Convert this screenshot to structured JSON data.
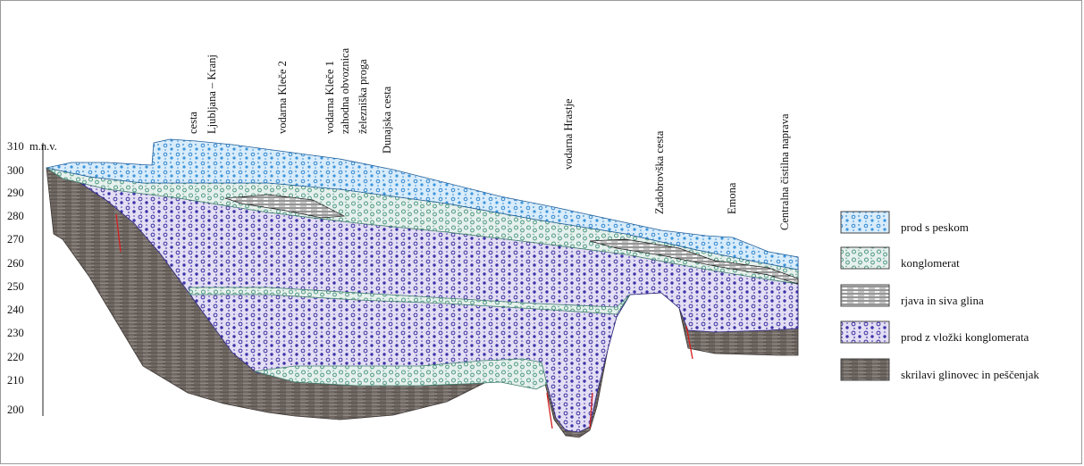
{
  "axis": {
    "unit": "m.n.v.",
    "ticks": [
      "310",
      "300",
      "290",
      "280",
      "270",
      "260",
      "250",
      "240",
      "230",
      "220",
      "210",
      "200"
    ]
  },
  "locations": [
    "cesta",
    "Ljubljana – Kranj",
    "vodarna Kleče 2",
    "vodarna Kleče 1",
    "zahodna obvoznica",
    "železniška proga",
    "Dunajska cesta",
    "vodarna Hrastje",
    "Zadobrovška cesta",
    "Emona",
    "Centralna čistilna naprava"
  ],
  "legend": [
    {
      "label": "prod s peskom",
      "color": "#3a8fd6",
      "icon": "sand-gravel-pattern"
    },
    {
      "label": "konglomerat",
      "color": "#4f9a86",
      "icon": "conglomerate-pattern"
    },
    {
      "label": "rjava in siva glina",
      "color": "#333333",
      "icon": "clay-pattern"
    },
    {
      "label": "prod z vložki konglomerata",
      "color": "#3a2fa0",
      "icon": "gravel-conglomerate-pattern"
    },
    {
      "label": "skrilavi glinovec in peščenjak",
      "color": "#6e6661",
      "icon": "shale-sandstone-pattern"
    }
  ]
}
